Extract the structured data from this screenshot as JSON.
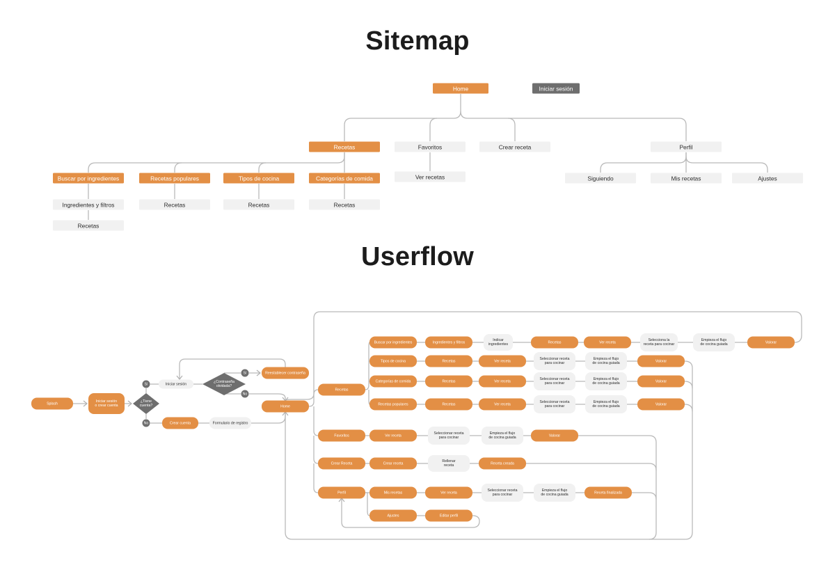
{
  "colors": {
    "accent": "#E38F45",
    "light": "#F1F1F1",
    "dark": "#6E6E6E",
    "text_dark": "#2B2B2B",
    "text_light": "#FFFFFF",
    "connector": "#B9B9B9"
  },
  "sitemap": {
    "title": "Sitemap",
    "nodes": {
      "home": {
        "label": "Home",
        "style": "accent"
      },
      "login": {
        "label": "Iniciar sesión",
        "style": "dark"
      },
      "recetas": {
        "label": "Recetas",
        "style": "accent"
      },
      "favoritos": {
        "label": "Favoritos",
        "style": "light"
      },
      "crear_receta": {
        "label": "Crear receta",
        "style": "light"
      },
      "perfil": {
        "label": "Perfil",
        "style": "light"
      },
      "buscar_ingredientes": {
        "label": "Buscar por ingredientes",
        "style": "accent"
      },
      "recetas_populares": {
        "label": "Recetas populares",
        "style": "accent"
      },
      "tipos_cocina": {
        "label": "Tipos de cocina",
        "style": "accent"
      },
      "categorias_comida": {
        "label": "Categorías de comida",
        "style": "accent"
      },
      "ingredientes_filtros": {
        "label": "Ingredientes y filtros",
        "style": "light"
      },
      "recetas_a": {
        "label": "Recetas",
        "style": "light"
      },
      "recetas_b": {
        "label": "Recetas",
        "style": "light"
      },
      "recetas_c": {
        "label": "Recetas",
        "style": "light"
      },
      "recetas_d": {
        "label": "Recetas",
        "style": "light"
      },
      "ver_recetas": {
        "label": "Ver recetas",
        "style": "light"
      },
      "siguiendo": {
        "label": "Siguiendo",
        "style": "light"
      },
      "mis_recetas": {
        "label": "Mis recetas",
        "style": "light"
      },
      "ajustes": {
        "label": "Ajustes",
        "style": "light"
      }
    },
    "edges": [
      [
        "home",
        "recetas"
      ],
      [
        "home",
        "favoritos"
      ],
      [
        "home",
        "crear_receta"
      ],
      [
        "home",
        "perfil"
      ],
      [
        "recetas",
        "buscar_ingredientes"
      ],
      [
        "recetas",
        "recetas_populares"
      ],
      [
        "recetas",
        "tipos_cocina"
      ],
      [
        "recetas",
        "categorias_comida"
      ],
      [
        "buscar_ingredientes",
        "ingredientes_filtros"
      ],
      [
        "ingredientes_filtros",
        "recetas_a"
      ],
      [
        "recetas_populares",
        "recetas_b"
      ],
      [
        "tipos_cocina",
        "recetas_c"
      ],
      [
        "categorias_comida",
        "recetas_d"
      ],
      [
        "favoritos",
        "ver_recetas"
      ],
      [
        "perfil",
        "siguiendo"
      ],
      [
        "perfil",
        "mis_recetas"
      ],
      [
        "perfil",
        "ajustes"
      ]
    ]
  },
  "userflow": {
    "title": "Userflow",
    "nodes": {
      "splash": {
        "label": "Splash",
        "style": "accent",
        "shape": "pill"
      },
      "iniciar_o_crear": {
        "label": "Iniciar sesión o crear cuenta",
        "style": "accent",
        "shape": "pill"
      },
      "tiene_cuenta": {
        "label": "¿Tiene cuenta?",
        "style": "dark",
        "shape": "diamond"
      },
      "si_1": {
        "label": "Sí",
        "style": "dark",
        "shape": "circle"
      },
      "no_1": {
        "label": "No",
        "style": "dark",
        "shape": "circle"
      },
      "iniciar_sesion": {
        "label": "Iniciar sesión",
        "style": "light",
        "shape": "pill"
      },
      "contrasena_olvidada": {
        "label": "¿Contraseña olvidada?",
        "style": "dark",
        "shape": "diamond"
      },
      "si_2": {
        "label": "Sí",
        "style": "dark",
        "shape": "circle"
      },
      "no_2": {
        "label": "No",
        "style": "dark",
        "shape": "circle"
      },
      "restablecer": {
        "label": "Reestablecer contraseña",
        "style": "accent",
        "shape": "pill"
      },
      "crear_cuenta": {
        "label": "Crear cuenta",
        "style": "accent",
        "shape": "pill"
      },
      "formulario_registro": {
        "label": "Formulario de registro",
        "style": "light",
        "shape": "pill"
      },
      "home": {
        "label": "Home",
        "style": "accent",
        "shape": "pill"
      },
      "recetas": {
        "label": "Recetas",
        "style": "accent",
        "shape": "pill"
      },
      "favoritos": {
        "label": "Favoritos",
        "style": "accent",
        "shape": "pill"
      },
      "crear_receta_menu": {
        "label": "Crear Receta",
        "style": "accent",
        "shape": "pill"
      },
      "perfil": {
        "label": "Perfil",
        "style": "accent",
        "shape": "pill"
      },
      "r1_buscar": {
        "label": "Buscar por ingredientes",
        "style": "accent",
        "shape": "pill"
      },
      "r1_ingredientes": {
        "label": "Ingredientes y filtros",
        "style": "accent",
        "shape": "pill"
      },
      "r1_indicar": {
        "label": "Indicar ingredientes",
        "style": "light",
        "shape": "pill"
      },
      "r1_recetas": {
        "label": "Recetas",
        "style": "accent",
        "shape": "pill"
      },
      "r1_ver": {
        "label": "Ver receta",
        "style": "accent",
        "shape": "pill"
      },
      "r1_selecciona": {
        "label": "Selecciona la receta para cocinar",
        "style": "light",
        "shape": "pill"
      },
      "r1_empieza": {
        "label": "Empieza el flujo de cocina guiada",
        "style": "light",
        "shape": "pill"
      },
      "r1_valorar": {
        "label": "Valorar",
        "style": "accent",
        "shape": "pill"
      },
      "r2_tipos": {
        "label": "Tipos de cocina",
        "style": "accent",
        "shape": "pill"
      },
      "r2_recetas": {
        "label": "Recetas",
        "style": "accent",
        "shape": "pill"
      },
      "r2_ver": {
        "label": "Ver receta",
        "style": "accent",
        "shape": "pill"
      },
      "r2_seleccionar": {
        "label": "Seleccionar receta para cocinar",
        "style": "light",
        "shape": "pill"
      },
      "r2_empieza": {
        "label": "Empieza el flujo de cocina guiada",
        "style": "light",
        "shape": "pill"
      },
      "r2_valorar": {
        "label": "Valorar",
        "style": "accent",
        "shape": "pill"
      },
      "r3_categorias": {
        "label": "Categorías de comida",
        "style": "accent",
        "shape": "pill"
      },
      "r3_recetas": {
        "label": "Recetas",
        "style": "accent",
        "shape": "pill"
      },
      "r3_ver": {
        "label": "Ver receta",
        "style": "accent",
        "shape": "pill"
      },
      "r3_seleccionar": {
        "label": "Seleccionar receta para cocinar",
        "style": "light",
        "shape": "pill"
      },
      "r3_empieza": {
        "label": "Empieza el flujo de cocina guiada",
        "style": "light",
        "shape": "pill"
      },
      "r3_valorar": {
        "label": "Valorar",
        "style": "accent",
        "shape": "pill"
      },
      "r4_populares": {
        "label": "Recetas populares",
        "style": "accent",
        "shape": "pill"
      },
      "r4_recetas": {
        "label": "Recetas",
        "style": "accent",
        "shape": "pill"
      },
      "r4_ver": {
        "label": "Ver receta",
        "style": "accent",
        "shape": "pill"
      },
      "r4_seleccionar": {
        "label": "Seleccionar receta para cocinar",
        "style": "light",
        "shape": "pill"
      },
      "r4_empieza": {
        "label": "Empieza el flujo de cocina guiada",
        "style": "light",
        "shape": "pill"
      },
      "r4_valorar": {
        "label": "Valorar",
        "style": "accent",
        "shape": "pill"
      },
      "f_ver": {
        "label": "Ver receta",
        "style": "accent",
        "shape": "pill"
      },
      "f_seleccionar": {
        "label": "Seleccionar receta para cocinar",
        "style": "light",
        "shape": "pill"
      },
      "f_empieza": {
        "label": "Empieza el flujo de cocina guiada",
        "style": "light",
        "shape": "pill"
      },
      "f_valorar": {
        "label": "Valorar",
        "style": "accent",
        "shape": "pill"
      },
      "c_crear": {
        "label": "Crear receta",
        "style": "accent",
        "shape": "pill"
      },
      "c_rellenar": {
        "label": "Rellenar receta",
        "style": "light",
        "shape": "pill"
      },
      "c_creada": {
        "label": "Receta creada",
        "style": "accent",
        "shape": "pill"
      },
      "p_mis": {
        "label": "Mis recetas",
        "style": "accent",
        "shape": "pill"
      },
      "p_ver": {
        "label": "Ver receta",
        "style": "accent",
        "shape": "pill"
      },
      "p_seleccionar": {
        "label": "Seleccionar receta para cocinar",
        "style": "light",
        "shape": "pill"
      },
      "p_empieza": {
        "label": "Empieza el flujo de cocina guiada",
        "style": "light",
        "shape": "pill"
      },
      "p_finalizada": {
        "label": "Receta finalizada",
        "style": "accent",
        "shape": "pill"
      },
      "p_ajustes": {
        "label": "Ajustes",
        "style": "accent",
        "shape": "pill"
      },
      "p_editar": {
        "label": "Editar perfil",
        "style": "accent",
        "shape": "pill"
      }
    }
  }
}
